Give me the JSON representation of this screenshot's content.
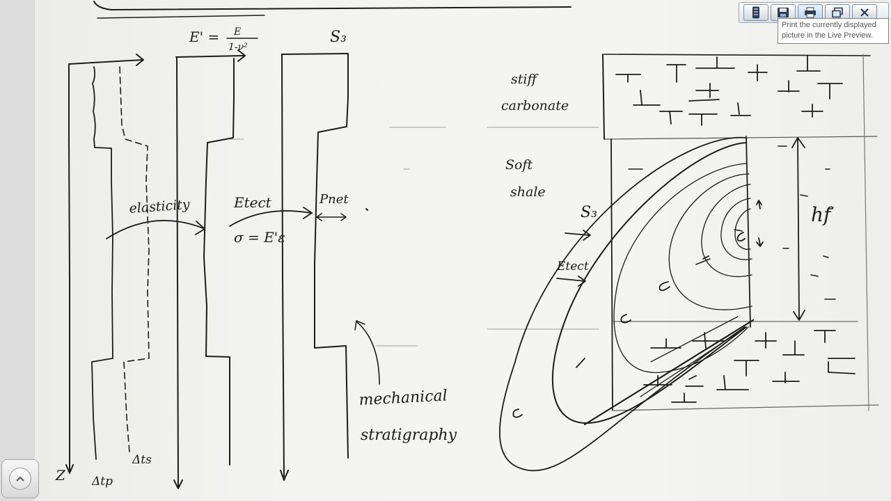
{
  "toolbar": {
    "buttons": [
      {
        "icon": "remote-icon"
      },
      {
        "icon": "save-icon"
      },
      {
        "icon": "print-icon",
        "active": true
      },
      {
        "icon": "restore-window-icon"
      },
      {
        "icon": "close-icon"
      }
    ],
    "tooltip": "Print the currently displayed\npicture in the Live Preview."
  },
  "scroll_up_icon": "chevron-up-icon",
  "sketch": {
    "labels": {
      "e_prime_lhs": "E' =",
      "e_prime_num": "E",
      "e_prime_den": "1-ν²",
      "s3_top": "S₃",
      "elasticity": "elasticity",
      "e_tect": "Etect",
      "sigma_eq": "σ = E'ε",
      "p_net": "Pnet",
      "mechanical": "mechanical",
      "stratigraphy": "stratigraphy",
      "z": "Z",
      "dtp": "Δtp",
      "dts": "Δts",
      "stiff": "stiff",
      "carbonate": "carbonate",
      "soft": "Soft",
      "shale": "shale",
      "s3_right": "S₃",
      "e_tect_right": "Etect",
      "hf": "hf"
    }
  }
}
